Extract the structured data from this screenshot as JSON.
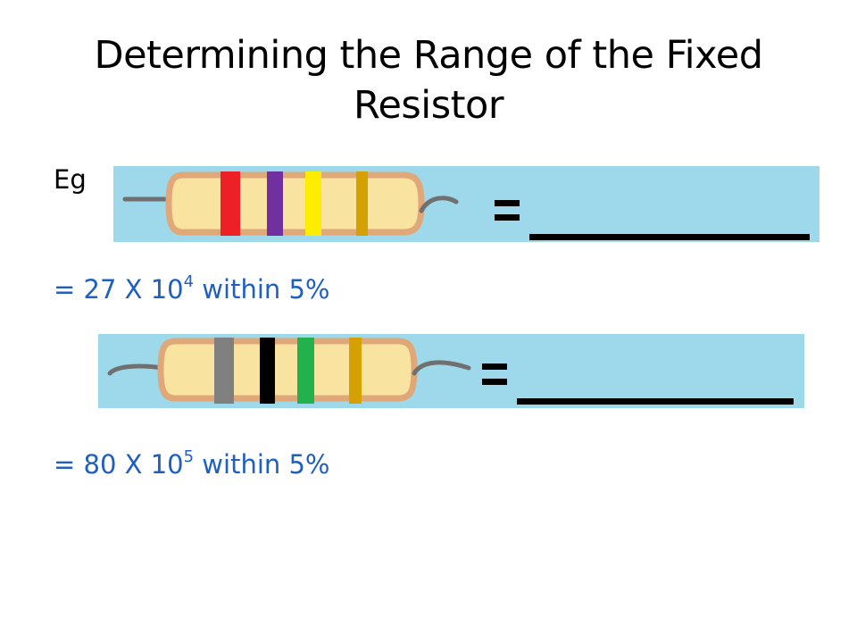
{
  "slide": {
    "title": "Determining the Range of the Fixed Resistor",
    "example_label": "Eg"
  },
  "resistors": [
    {
      "bands": [
        "#ee2027",
        "#7030a0",
        "#ffed00",
        "#d4a100"
      ],
      "equals": "=",
      "result": {
        "prefix": "= 27 X 10",
        "exponent": "4",
        "suffix": " within 5%"
      }
    },
    {
      "bands": [
        "#808080",
        "#000000",
        "#22b14c",
        "#d4a100"
      ],
      "equals": "=",
      "result": {
        "prefix": "= 80 X 10",
        "exponent": "5",
        "suffix": " within 5%"
      }
    }
  ],
  "colors": {
    "panel": "#9dd9ea",
    "body": "#f8e3a0",
    "outline": "#e0a878",
    "lead": "#707070",
    "result_text": "#1f5fbf"
  }
}
